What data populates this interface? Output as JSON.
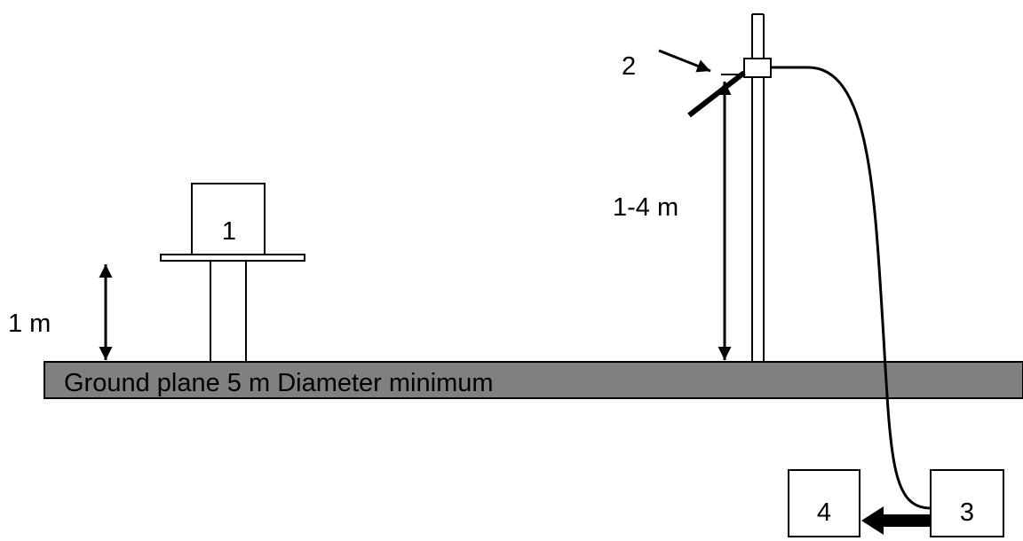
{
  "labels": {
    "item1": "1",
    "item2": "2",
    "item3": "3",
    "item4": "4",
    "height_1m": "1 m",
    "height_range": "1-4 m",
    "ground_plane": "Ground plane 5 m Diameter minimum"
  },
  "colors": {
    "ground_plane_fill": "#808080",
    "stroke": "#000000",
    "background": "#ffffff"
  }
}
